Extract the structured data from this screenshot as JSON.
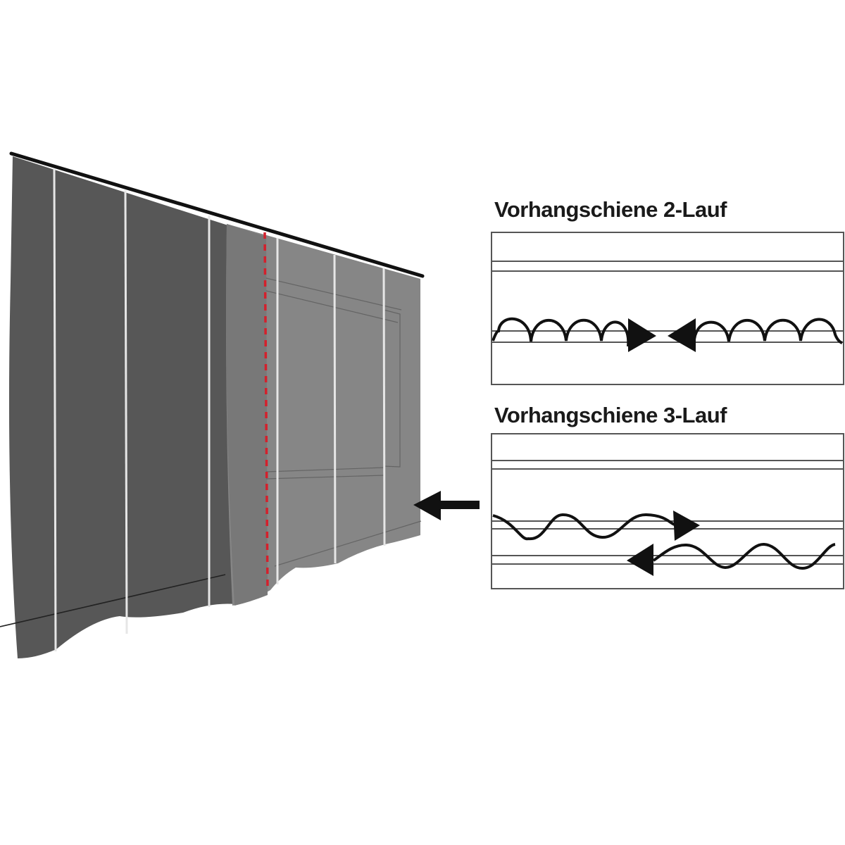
{
  "diagram": {
    "type": "curtain-rail-illustration",
    "panels": [
      {
        "id": "two-run",
        "title": "Vorhangschiene 2-Lauf",
        "tracks": 2,
        "description": "two curtains meeting in the middle"
      },
      {
        "id": "three-run",
        "title": "Vorhangschiene 3-Lauf",
        "tracks": 3,
        "description": "two curtains on separate tracks overlapping"
      }
    ],
    "colors": {
      "curtain_dark": "#575757",
      "curtain_light": "#868686",
      "overlap": "#787878",
      "seam": "#e6e6e6",
      "marker_dashed": "#d4202c",
      "rail": "#111111",
      "box_line": "#555555",
      "arrow": "#111111"
    }
  }
}
